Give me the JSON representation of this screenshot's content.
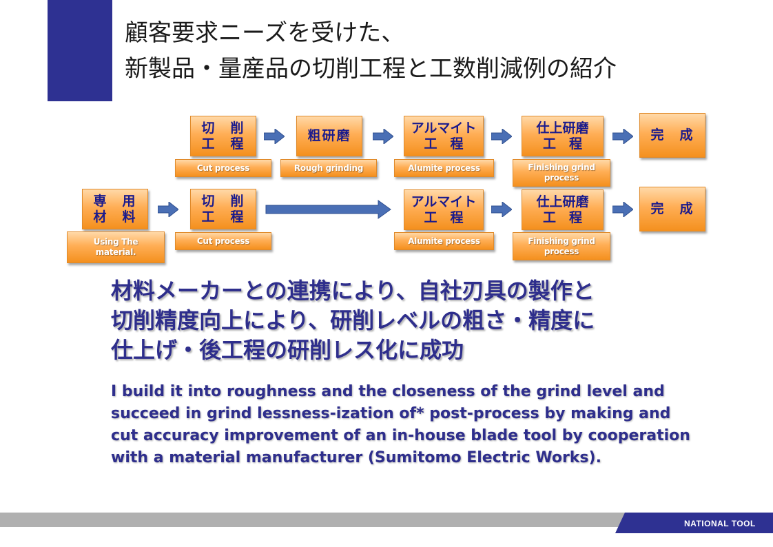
{
  "title": {
    "line1": "顧客要求ニーズを受けた、",
    "line2": "新製品・量産品の切削工程と工数削減例の紹介"
  },
  "flow_row1": {
    "steps": [
      {
        "label_line1": "切　削",
        "label_line2": "工　程",
        "caption": "Cut process"
      },
      {
        "label_line1": "粗研磨",
        "label_line2": "",
        "caption": "Rough grinding"
      },
      {
        "label_line1": "アルマイト",
        "label_line2": "工　程",
        "caption": "Alumite process"
      },
      {
        "label_line1": "仕上研磨",
        "label_line2": "工　程",
        "caption_line1": "Finishing grind",
        "caption_line2": "process"
      },
      {
        "label_line1": "完　成",
        "label_line2": ""
      }
    ]
  },
  "flow_row2": {
    "steps": [
      {
        "label_line1": "専　用",
        "label_line2": "材　料",
        "caption_line1": "Using The",
        "caption_line2": "material."
      },
      {
        "label_line1": "切　削",
        "label_line2": "工　程",
        "caption": "Cut process"
      },
      {
        "label_line1": "アルマイト",
        "label_line2": "工　程",
        "caption": "Alumite process"
      },
      {
        "label_line1": "仕上研磨",
        "label_line2": "工　程",
        "caption_line1": "Finishing grind",
        "caption_line2": "process"
      },
      {
        "label_line1": "完　成",
        "label_line2": ""
      }
    ]
  },
  "summary_jp": {
    "line1": "材料メーカーとの連携により、自社刃具の製作と",
    "line2": "切削精度向上により、研削レベルの粗さ・精度に",
    "line3": "仕上げ・後工程の研削レス化に成功"
  },
  "summary_en": "I build it into roughness and the closeness of the grind level and succeed in grind lessness-ization of* post-process by making and cut accuracy improvement of an in-house blade tool by cooperation with a material manufacturer (Sumitomo Electric Works).",
  "footer": {
    "brand": "NATIONAL TOOL"
  },
  "colors": {
    "accent": "#2e3192",
    "box_orange": "#f4901e",
    "arrow_blue": "#4a6fb5",
    "text_navy": "#2e2e8c"
  }
}
